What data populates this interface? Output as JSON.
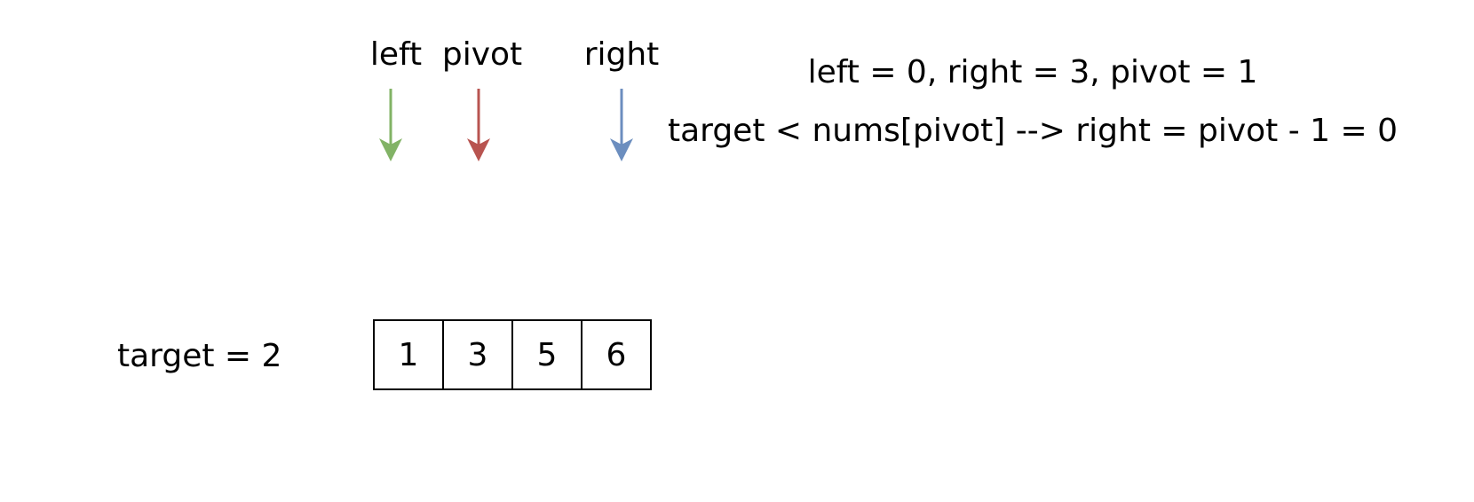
{
  "pointers": {
    "left": {
      "label": "left",
      "color": "#82b366"
    },
    "pivot": {
      "label": "pivot",
      "color": "#b85450"
    },
    "right": {
      "label": "right",
      "color": "#6c8ebf"
    }
  },
  "notes": {
    "line1": "left = 0, right = 3, pivot = 1",
    "line2": "target < nums[pivot] --> right = pivot - 1 = 0"
  },
  "target_label": "target = 2",
  "array": {
    "cells": [
      "1",
      "3",
      "5",
      "6"
    ]
  }
}
